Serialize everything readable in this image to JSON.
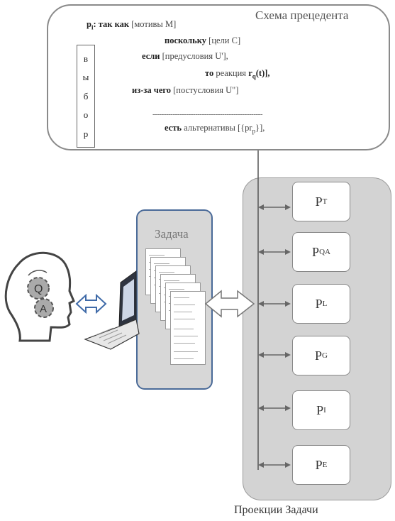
{
  "schema": {
    "title": "Схема прецедента",
    "line1_head": "p",
    "line1_sub": "i",
    "line1_key": ": так как",
    "line1_br": "[мотивы  M]",
    "line2_key": "поскольку",
    "line2_br": "[цели  C]",
    "line3_key": "если",
    "line3_br": "[предусловия U'],",
    "line4_key": "то",
    "line4_mid": "реакция",
    "line4_r": "r",
    "line4_rsub": "q",
    "line4_tail": "(t)],",
    "line5_key": "из-за чего",
    "line5_br": "[постусловия U\"]",
    "dash": "-------------------------------------------------",
    "line6_key": "есть",
    "line6_mid": "альтернативы",
    "line6_br1": "[{pr",
    "line6_sub": "p",
    "line6_br2": "}],",
    "choice": [
      "в",
      "ы",
      "б",
      "о",
      "р"
    ]
  },
  "task": {
    "label": "Задача"
  },
  "projections": {
    "caption": "Проекции Задачи",
    "items": [
      {
        "base": "P",
        "sup": "T"
      },
      {
        "base": "P",
        "sup": "QA"
      },
      {
        "base": "P",
        "sup": "L"
      },
      {
        "base": "P",
        "sup": "G"
      },
      {
        "base": "P",
        "sup": "I"
      },
      {
        "base": "P",
        "sup": "E"
      }
    ]
  },
  "head_icon": {
    "gear_top": "Q",
    "gear_bottom": "A"
  }
}
